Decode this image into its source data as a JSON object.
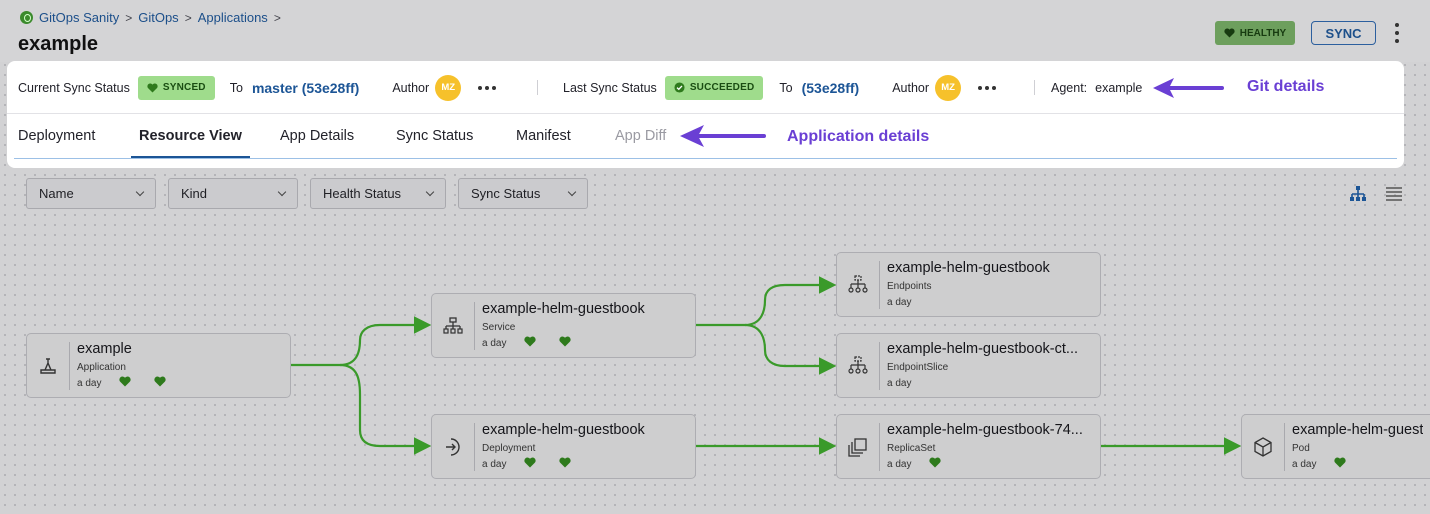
{
  "breadcrumb": [
    "GitOps Sanity",
    "GitOps",
    "Applications"
  ],
  "breadcrumb_sep": ">",
  "page_title": "example",
  "health_badge": "HEALTHY",
  "sync_button": "SYNC",
  "git_details": {
    "current_sync_label": "Current Sync Status",
    "current_sync_badge": "SYNCED",
    "to_label": "To",
    "current_commit": "master (53e28ff)",
    "author_label": "Author",
    "author_initials": "MZ",
    "last_sync_label": "Last Sync Status",
    "last_sync_badge": "SUCCEEDED",
    "last_commit": "(53e28ff)",
    "agent_label": "Agent:",
    "agent_value": "example"
  },
  "tabs": [
    {
      "label": "Deployment"
    },
    {
      "label": "Resource View",
      "active": true
    },
    {
      "label": "App Details"
    },
    {
      "label": "Sync Status"
    },
    {
      "label": "Manifest"
    },
    {
      "label": "App Diff",
      "muted": true
    }
  ],
  "annotations": {
    "git": "Git details",
    "app": "Application details"
  },
  "filters": [
    "Name",
    "Kind",
    "Health Status",
    "Sync Status"
  ],
  "nodes": [
    {
      "name": "example",
      "kind": "Application",
      "age": "a day",
      "icon": "application-icon"
    },
    {
      "name": "example-helm-guestbook",
      "kind": "Service",
      "age": "a day",
      "icon": "service-icon"
    },
    {
      "name": "example-helm-guestbook",
      "kind": "Deployment",
      "age": "a day",
      "icon": "deployment-icon"
    },
    {
      "name": "example-helm-guestbook",
      "kind": "Endpoints",
      "age": "a day",
      "icon": "endpoints-icon"
    },
    {
      "name": "example-helm-guestbook-ct...",
      "kind": "EndpointSlice",
      "age": "a day",
      "icon": "endpointslice-icon"
    },
    {
      "name": "example-helm-guestbook-74...",
      "kind": "ReplicaSet",
      "age": "a day",
      "icon": "replicaset-icon"
    },
    {
      "name": "example-helm-guest",
      "kind": "Pod",
      "age": "a day",
      "icon": "pod-icon"
    }
  ],
  "colors": {
    "accent": "#1c5596",
    "healthy": "#2e7a1c",
    "edge": "#3a9a2a",
    "annotation": "#6a3fd4",
    "badge_green": "#9fdc8c",
    "avatar": "#f6c12b"
  }
}
